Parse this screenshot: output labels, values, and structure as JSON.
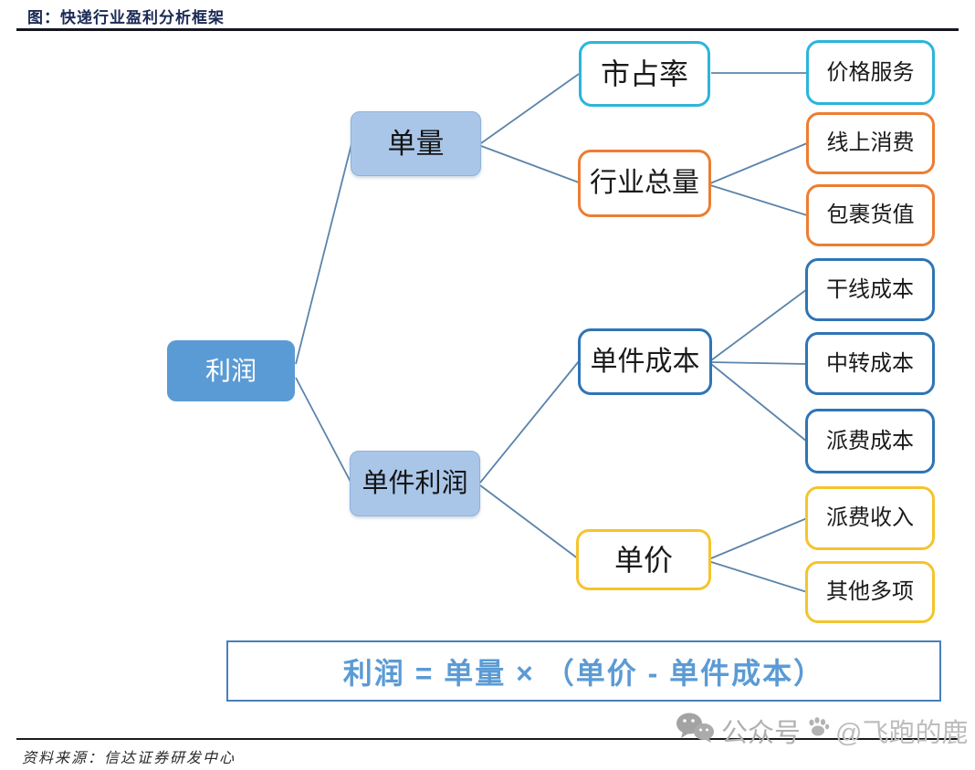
{
  "header": {
    "title": "图：快递行业盈利分析框架"
  },
  "diagram": {
    "nodes": {
      "profit": "利润",
      "volume": "单量",
      "unit_profit": "单件利润",
      "market_share": "市占率",
      "industry_total": "行业总量",
      "unit_cost": "单件成本",
      "unit_price": "单价",
      "price_service": "价格服务",
      "online_consumption": "线上消费",
      "package_value": "包裹货值",
      "trunk_cost": "干线成本",
      "transfer_cost": "中转成本",
      "delivery_cost": "派费成本",
      "delivery_income": "派费收入",
      "other_items": "其他多项"
    },
    "formula": "利润 = 单量 × （单价 - 单件成本）",
    "colors": {
      "root_fill": "#5B9BD5",
      "branch_fill": "#A9C6E8",
      "cyan_border": "#2BB5DB",
      "orange_border": "#ED7D31",
      "blue_border": "#2E75B6",
      "yellow_border": "#F5C42C",
      "formula_text": "#5B9BD5",
      "connector": "#5B84AB"
    }
  },
  "footer": {
    "watermark": {
      "prefix": "公众号",
      "handle": "@飞跑的鹿"
    },
    "source": "资料来源：信达证券研发中心"
  }
}
